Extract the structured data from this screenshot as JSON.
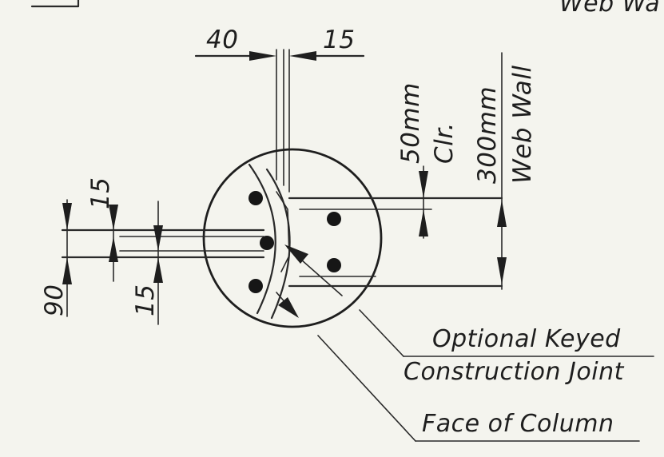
{
  "labels": {
    "top_right_partial": "Web Wa",
    "optional_keyed": "Optional Keyed",
    "construction_joint": "Construction Joint",
    "face_of_column": "Face of Column",
    "clr_50": "50mm",
    "clr_word": "Clr.",
    "web_300": "300mm",
    "web_word": "Web Wall"
  },
  "dimensions": {
    "top_left": "40",
    "top_right": "15",
    "left_upper": "15",
    "left_lower": "15",
    "left_total": "90"
  },
  "colors": {
    "ink": "#1e1e1e",
    "paper": "#f4f4ee"
  }
}
